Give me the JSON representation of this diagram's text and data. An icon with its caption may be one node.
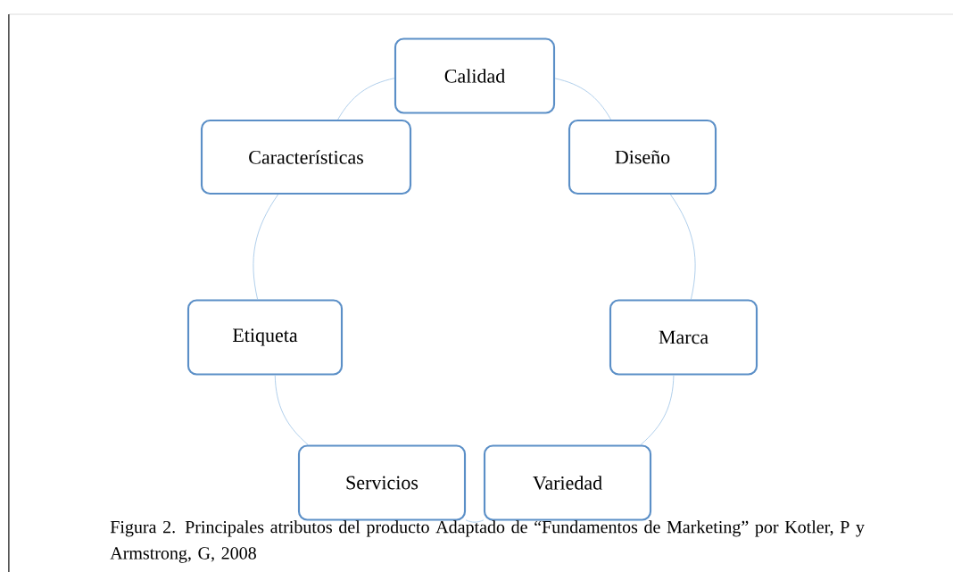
{
  "diagram": {
    "caption": "Figura 2. Principales atributos del producto Adaptado de “Fundamentos de Marketing” por Kotler, P y Armstrong, G, 2008",
    "nodes": [
      {
        "text": [
          "Calidad"
        ]
      },
      {
        "text": [
          "Diseño"
        ]
      },
      {
        "text": [
          "Marca"
        ]
      },
      {
        "text": [
          "Variedad"
        ]
      },
      {
        "text": [
          "Servicios"
        ]
      },
      {
        "text": [
          "Etiqueta"
        ]
      },
      {
        "text": [
          "Características"
        ]
      }
    ],
    "edges": [
      {
        "from": 0,
        "to": 1,
        "arrow": "none"
      },
      {
        "from": 1,
        "to": 2,
        "arrow": "none"
      },
      {
        "from": 2,
        "to": 3,
        "arrow": "none"
      },
      {
        "from": 3,
        "to": 4,
        "arrow": "none"
      },
      {
        "from": 4,
        "to": 5,
        "arrow": "none"
      },
      {
        "from": 5,
        "to": 6,
        "arrow": "none"
      },
      {
        "from": 6,
        "to": 0,
        "arrow": "none"
      }
    ]
  }
}
